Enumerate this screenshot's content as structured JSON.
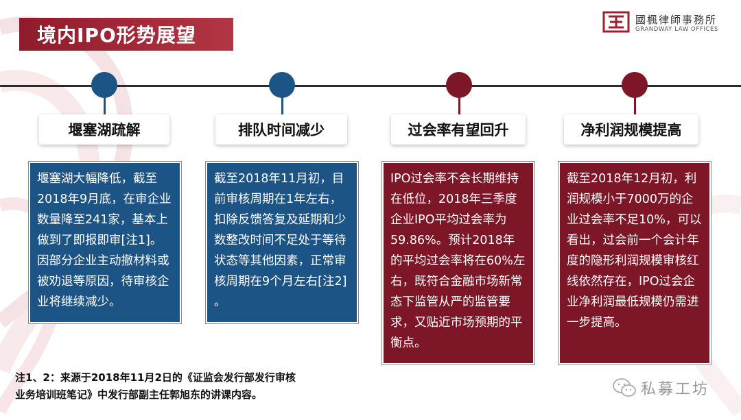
{
  "slide_title": "境内IPO形势展望",
  "logo": {
    "name_cn": "國楓律師事務所",
    "name_en": "GRANDWAY LAW OFFICES"
  },
  "columns": [
    {
      "heading": "堰塞湖疏解",
      "color": "#1d5486",
      "text": "堰塞湖大幅降低，截至2018年9月底，在审企业数量降至241家，基本上做到了即报即审[注1]。因部分企业主动撤材料或被劝退等原因，待审核企业将继续减少。"
    },
    {
      "heading": "排队时间减少",
      "color": "#1d5486",
      "text": "截至2018年11月初，目前审核周期在1年左右，扣除反馈答复及延期和少数整改时间不足处于等待状态等其他因素，正常审核周期在9个月左右[注2] 。"
    },
    {
      "heading": "过会率有望回升",
      "color": "#7d1626",
      "text": "IPO过会率不会长期维持在低位，2018年三季度企业IPO平均过会率为59.86%。预计2018年的平均过会率将在60%左右，既符合金融市场新常态下监管从严的监管要求，又贴近市场预期的平衡点。"
    },
    {
      "heading": "净利润规模提高",
      "color": "#7d1626",
      "text": "截至2018年12月初，利润规模小于7000万的企业过会率不足10%，可以看出，过会前一个会计年度的隐形利润规模审核红线依然存在，IPO过会企业净利润最低规模仍需进一步提高。"
    }
  ],
  "footnote": {
    "line1": "注1、2：来源于2018年11月2日的《证监会发行部发行审核",
    "line2": "业务培训班笔记》中发行部副主任郭旭东的讲课内容。"
  },
  "watermark": {
    "icon": "wechat-icon",
    "text": "私募工坊"
  }
}
